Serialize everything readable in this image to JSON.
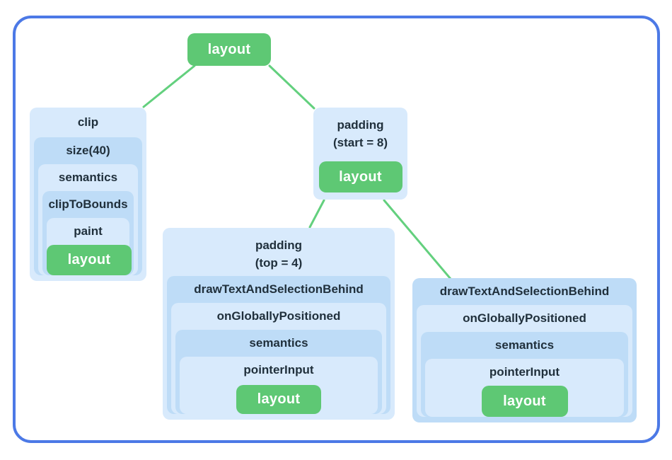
{
  "colors": {
    "frame_border": "#4c79e6",
    "node_green": "#5ec874",
    "edge_green": "#63d07e",
    "box_blue_light": "#d8eafc",
    "box_blue_dark": "#bedcf7",
    "label_text": "#20303c",
    "leaf_text": "#ffffff"
  },
  "tree": {
    "root": {
      "label": "layout"
    },
    "clip": {
      "levels": [
        "clip",
        "size(40)",
        "semantics",
        "clipToBounds",
        "paint"
      ],
      "leaf": "layout"
    },
    "padding_start": {
      "title_line1": "padding",
      "title_line2": "(start = 8)",
      "leaf": "layout"
    },
    "padding_top": {
      "title_line1": "padding",
      "title_line2": "(top = 4)",
      "levels": [
        "drawTextAndSelectionBehind",
        "onGloballyPositioned",
        "semantics",
        "pointerInput"
      ],
      "leaf": "layout"
    },
    "draw_text": {
      "levels": [
        "drawTextAndSelectionBehind",
        "onGloballyPositioned",
        "semantics",
        "pointerInput"
      ],
      "leaf": "layout"
    }
  }
}
